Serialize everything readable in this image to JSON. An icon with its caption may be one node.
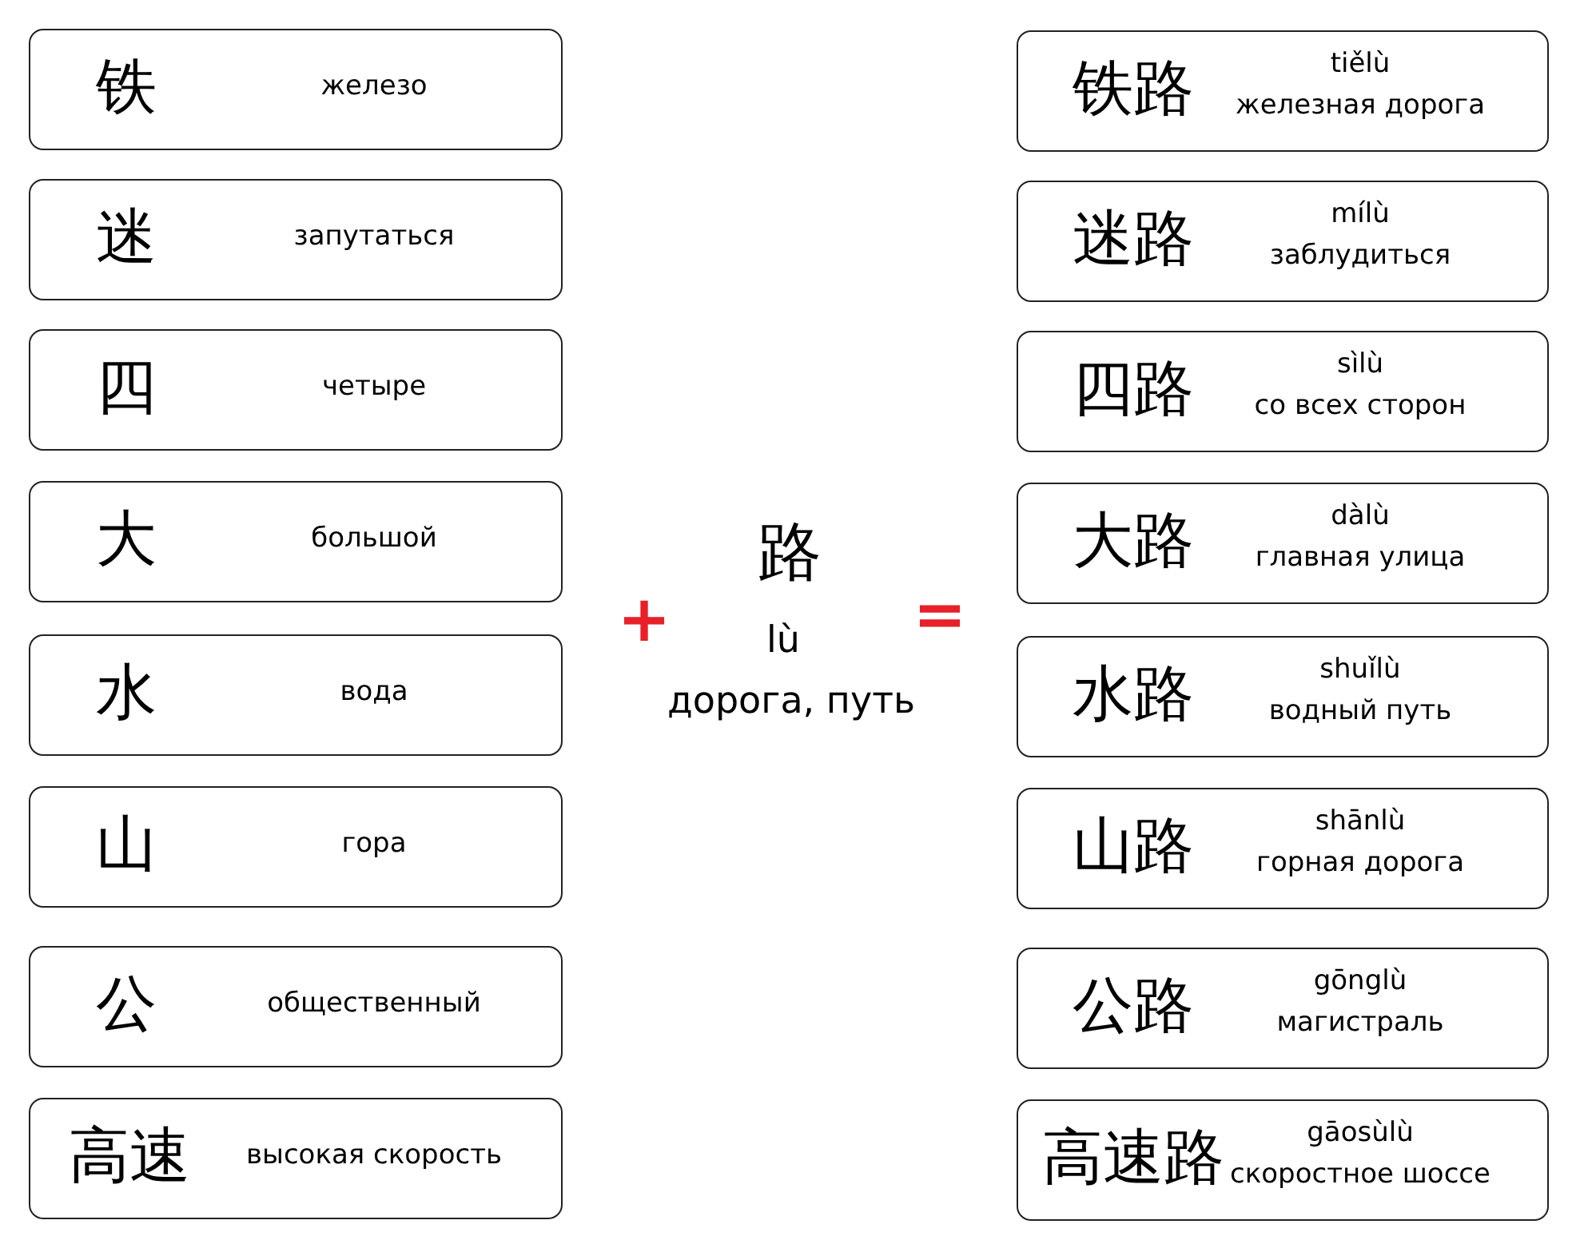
{
  "diagram": {
    "nodes": [
      {
        "text": [
          "铁",
          "железо"
        ]
      },
      {
        "text": [
          "迷",
          "запутаться"
        ]
      },
      {
        "text": [
          "四",
          "четыре"
        ]
      },
      {
        "text": [
          "大",
          "большой"
        ]
      },
      {
        "text": [
          "水",
          "вода"
        ]
      },
      {
        "text": [
          "山",
          "гора"
        ]
      },
      {
        "text": [
          "公",
          "общественный"
        ]
      },
      {
        "text": [
          "高速",
          "высокая скорость"
        ]
      },
      {
        "text": [
          "铁路",
          "tiělù",
          "железная дорога"
        ]
      },
      {
        "text": [
          "迷路",
          "mílù",
          "заблудиться"
        ]
      },
      {
        "text": [
          "四路",
          "sìlù",
          "со всех сторон"
        ]
      },
      {
        "text": [
          "大路",
          "dàlù",
          "главная улица"
        ]
      },
      {
        "text": [
          "水路",
          "shuǐlù",
          "водный путь"
        ]
      },
      {
        "text": [
          "山路",
          "shānlù",
          "горная дорога"
        ]
      },
      {
        "text": [
          "公路",
          "gōnglù",
          "магистраль"
        ]
      },
      {
        "text": [
          "高速路",
          "gāosùlù",
          "скоростное шоссе"
        ]
      }
    ],
    "labels": [
      "路",
      "+",
      "lù",
      "=",
      "дорога, путь"
    ]
  }
}
